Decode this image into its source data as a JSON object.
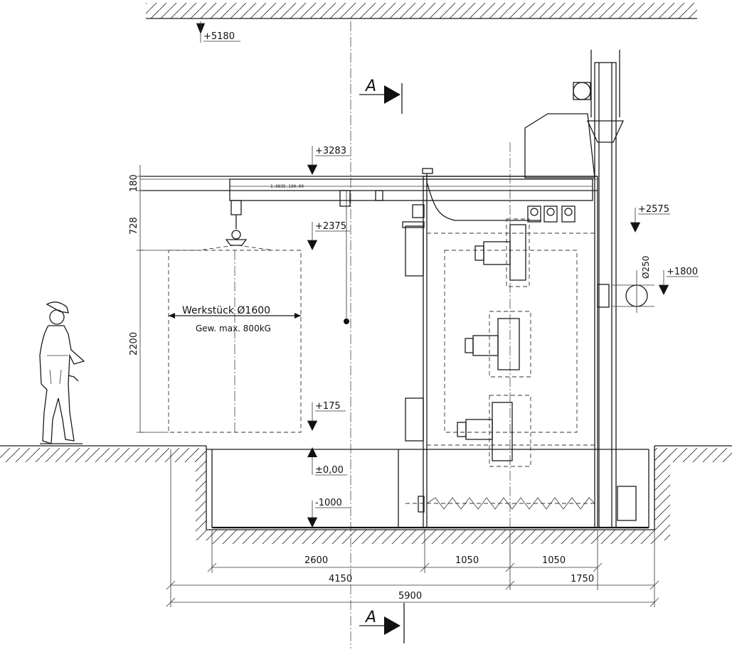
{
  "section_marker": "A",
  "levels": {
    "ceiling": "+5180",
    "beam_top": "+3283",
    "hook_top": "+2375",
    "right_upper": "+2575",
    "right_mid": "+1800",
    "workpiece_bottom": "+175",
    "floor": "±0,00",
    "pit_bottom": "-1000"
  },
  "vertical_dims": {
    "beam_height": "180",
    "hook_height": "728",
    "workpiece_height": "2200",
    "pipe_diameter": "Ø250"
  },
  "workpiece": {
    "label": "Werkstück Ø1600",
    "weight": "Gew. max. 800kG"
  },
  "beam_small_text": "1.0835.130.09",
  "horizontal_dims": {
    "d1": "2600",
    "d2": "1050",
    "d3": "1050",
    "d4": "4150",
    "d5": "1750",
    "total": "5900"
  }
}
